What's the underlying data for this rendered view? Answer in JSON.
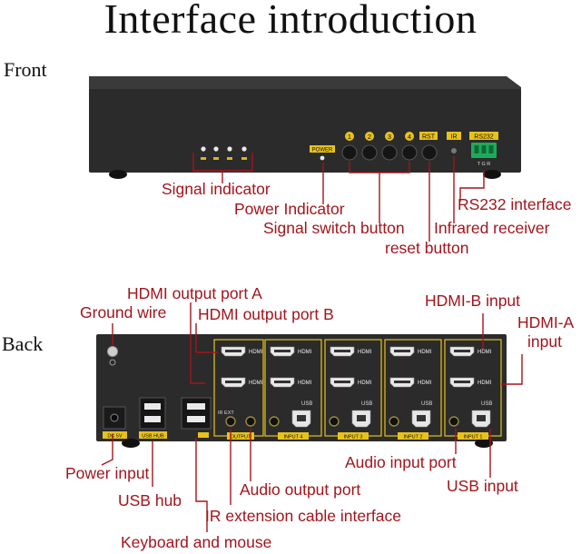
{
  "title": "Interface introduction",
  "sections": {
    "front": "Front",
    "back": "Back"
  },
  "front": {
    "labels": {
      "signal_indicator": "Signal indicator",
      "power_indicator": "Power Indicator",
      "signal_switch_button": "Signal switch button",
      "reset_button": "reset button",
      "rs232_interface": "RS232 interface",
      "infrared_receiver": "Infrared receiver"
    },
    "panel_text": {
      "power": "POWER",
      "buttons": [
        "1",
        "2",
        "3",
        "4"
      ],
      "rst": "RST",
      "ir": "IR",
      "rs232": "RS232",
      "rs232_pins": "T G R"
    }
  },
  "back": {
    "labels": {
      "hdmi_output_a": "HDMI output port A",
      "ground_wire": "Ground wire",
      "hdmi_output_b": "HDMI output port B",
      "hdmi_b_input": "HDMI-B input",
      "hdmi_a_input_1": "HDMI-A",
      "hdmi_a_input_2": "input",
      "power_input": "Power input",
      "usb_hub": "USB hub",
      "audio_output_port": "Audio output port",
      "ir_extension": "IR extension cable interface",
      "keyboard_mouse": "Keyboard and mouse",
      "audio_input_port": "Audio input port",
      "usb_input": "USB input"
    },
    "panel_text": {
      "dc": "DC 5V",
      "usb_hub": "USB HUB",
      "output": "OUTPUT",
      "ir_ext": "IR EXT",
      "usb": "USB",
      "hdmi": "HDMI",
      "inputs": [
        "INPUT 4",
        "INPUT 3",
        "INPUT 2",
        "INPUT 1"
      ]
    }
  },
  "colors": {
    "label": "#a3151c",
    "leader": "#a3151c",
    "chassis": "#2b2b2b",
    "panel_yellow": "#e8c21a",
    "rs232_green": "#1faa5a"
  }
}
